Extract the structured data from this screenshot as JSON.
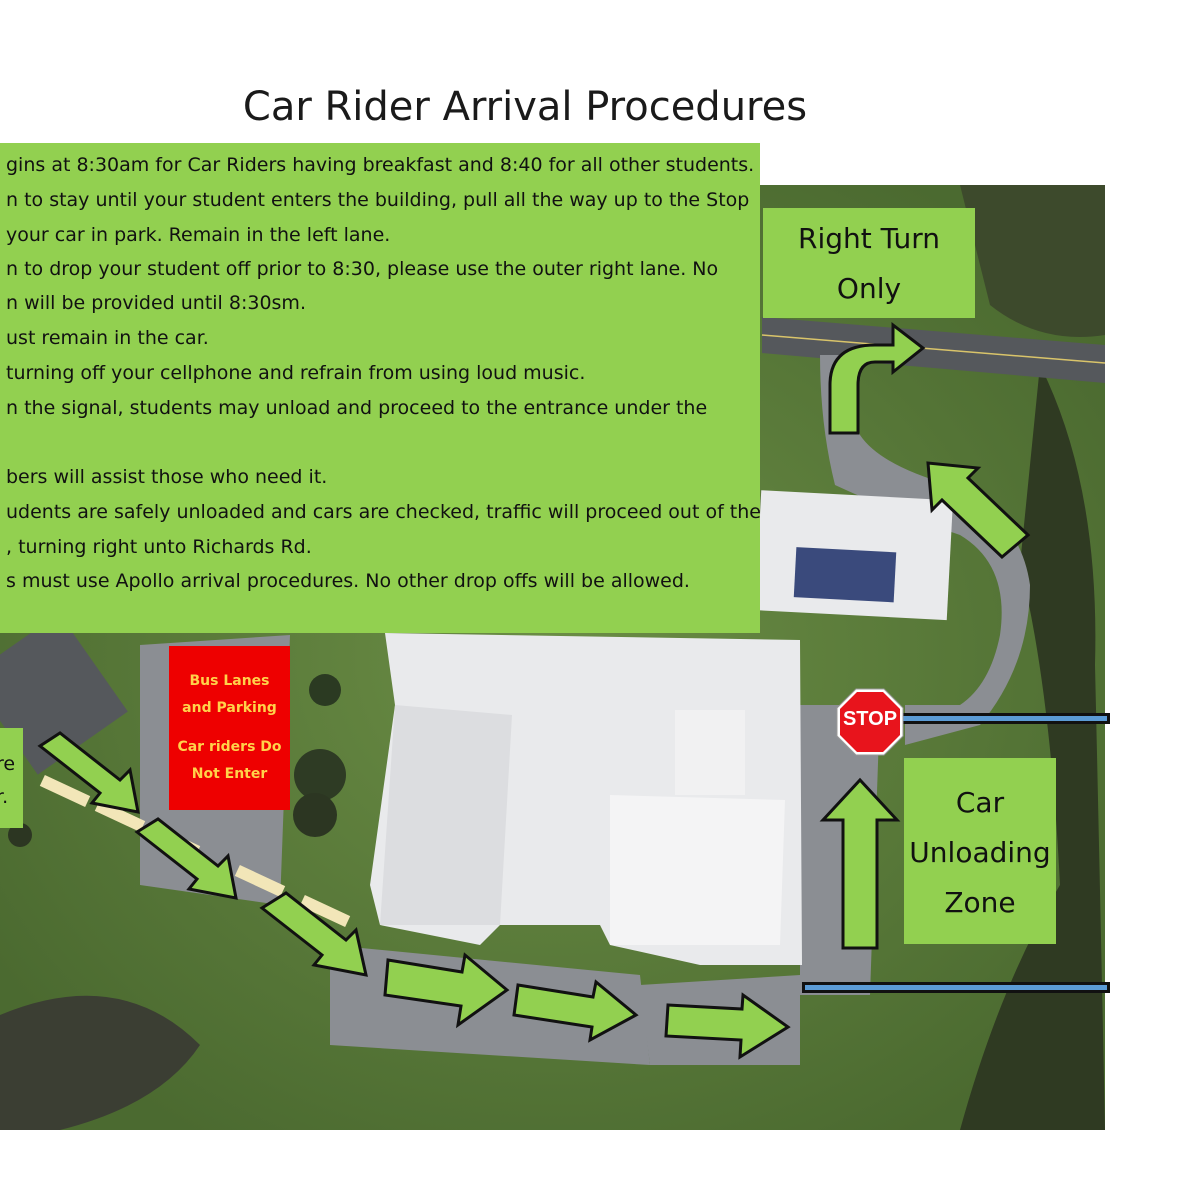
{
  "title": "Car Rider Arrival Procedures",
  "instructions": [
    "gins at 8:30am for Car Riders having breakfast and 8:40 for all other students.",
    "n to stay until your student enters the building, pull all the way up to the Stop",
    " your car in park. Remain in the left lane.",
    "n to drop your student off prior to 8:30, please use the outer right lane. No",
    "n will be provided until 8:30sm.",
    "ust remain in the car.",
    " turning off your cellphone and refrain from using loud music.",
    "n the signal, students may unload and proceed to the  entrance under the",
    "bers will assist those who need it.",
    "udents are safely unloaded and cars are checked, traffic will proceed out of the",
    ", turning right unto Richards Rd.",
    "s must use Apollo arrival procedures. No other drop offs will be allowed."
  ],
  "right_turn_label": [
    "Right Turn",
    "Only"
  ],
  "unloading_label": [
    "Car",
    "Unloading",
    "Zone"
  ],
  "side_fragment": [
    "re",
    "r."
  ],
  "bus_sign": [
    "Bus Lanes",
    "and Parking",
    "Car riders Do",
    "Not Enter"
  ],
  "stop_sign": "STOP",
  "colors": {
    "label_green": "#92d050",
    "bus_red": "#ee0000",
    "bus_text": "#ffd24a",
    "stop_red": "#e8141c",
    "barrier_blue": "#5b9bd5",
    "grass": "#5d7f3a",
    "pavement": "#8b8e93",
    "roof": "#e9eaec"
  },
  "icons": [
    "stop-sign-icon",
    "right-turn-arrow-icon",
    "direction-arrow-icon"
  ]
}
